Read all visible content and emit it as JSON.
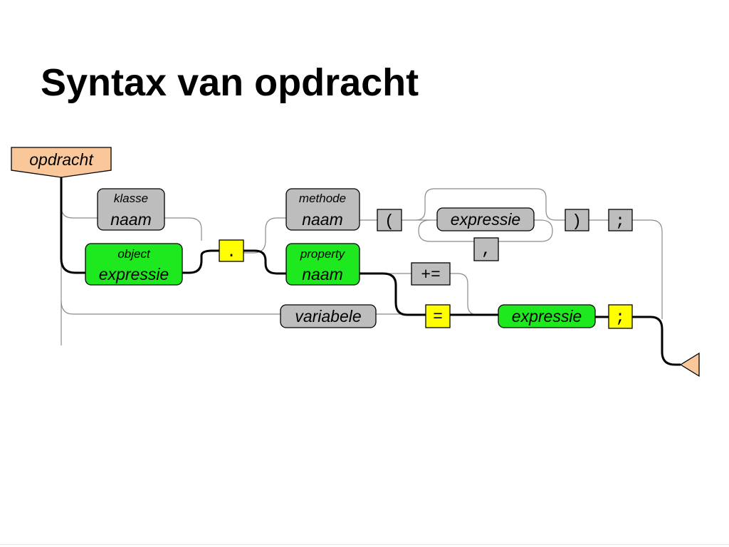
{
  "title": "Syntax van opdracht",
  "diagram": {
    "entry": "opdracht",
    "nodes": {
      "klasse_naam": {
        "line1": "klasse",
        "line2": "naam"
      },
      "object_expressie": {
        "line1": "object",
        "line2": "expressie"
      },
      "dot": ".",
      "methode_naam": {
        "line1": "methode",
        "line2": "naam"
      },
      "property_naam": {
        "line1": "property",
        "line2": "naam"
      },
      "open_paren": "(",
      "expressie_arg": "expressie",
      "comma": ",",
      "close_paren": ")",
      "semicolon_method": ";",
      "plus_equals": "+=",
      "variabele": "variabele",
      "equals": "=",
      "expressie_value": "expressie",
      "semicolon_assign": ";"
    },
    "colors": {
      "terminal_gray": "#bdbdbd",
      "expression_green": "#1ee81e",
      "operator_yellow": "#ffff00",
      "entry_peach": "#f9c79a"
    }
  }
}
